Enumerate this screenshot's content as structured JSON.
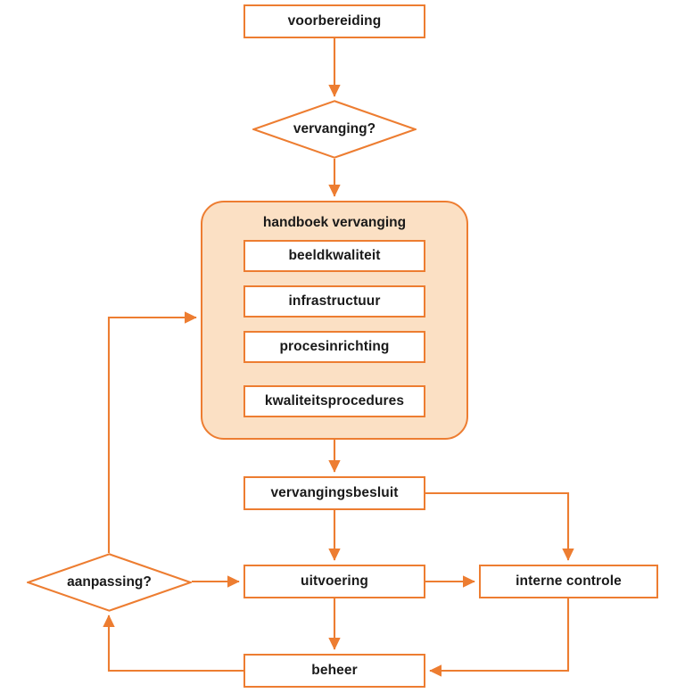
{
  "diagram": {
    "title": "Flowchart vervanging",
    "accent_color": "#ED7D31",
    "group_fill_color": "#FBE0C4",
    "node_fill_color": "#FFFFFF",
    "text_color": "#1A1A1A",
    "nodes": {
      "voorbereiding": {
        "label": "voorbereiding",
        "shape": "rectangle"
      },
      "vervanging_decision": {
        "label": "vervanging?",
        "shape": "diamond"
      },
      "handboek": {
        "label": "handboek vervanging",
        "shape": "rounded-group"
      },
      "beeldkwaliteit": {
        "label": "beeldkwaliteit",
        "shape": "rectangle"
      },
      "infrastructuur": {
        "label": "infrastructuur",
        "shape": "rectangle"
      },
      "procesinrichting": {
        "label": "procesinrichting",
        "shape": "rectangle"
      },
      "kwaliteitsprocedures": {
        "label": "kwaliteitsprocedures",
        "shape": "rectangle"
      },
      "vervangingsbesluit": {
        "label": "vervangingsbesluit",
        "shape": "rectangle"
      },
      "aanpassing_decision": {
        "label": "aanpassing?",
        "shape": "diamond"
      },
      "uitvoering": {
        "label": "uitvoering",
        "shape": "rectangle"
      },
      "interne_controle": {
        "label": "interne controle",
        "shape": "rectangle"
      },
      "beheer": {
        "label": "beheer",
        "shape": "rectangle"
      }
    },
    "edges": [
      {
        "from": "voorbereiding",
        "to": "vervanging_decision",
        "arrow": true
      },
      {
        "from": "vervanging_decision",
        "to": "handboek",
        "arrow": true
      },
      {
        "from": "beeldkwaliteit",
        "to": "infrastructuur",
        "arrow": false
      },
      {
        "from": "infrastructuur",
        "to": "procesinrichting",
        "arrow": false
      },
      {
        "from": "procesinrichting",
        "to": "kwaliteitsprocedures",
        "arrow": true
      },
      {
        "from": "handboek",
        "to": "vervangingsbesluit",
        "arrow": true
      },
      {
        "from": "vervangingsbesluit",
        "to": "uitvoering",
        "arrow": true
      },
      {
        "from": "vervangingsbesluit",
        "to": "interne_controle",
        "arrow": true
      },
      {
        "from": "aanpassing_decision",
        "to": "uitvoering",
        "arrow": true
      },
      {
        "from": "uitvoering",
        "to": "interne_controle",
        "arrow": true
      },
      {
        "from": "uitvoering",
        "to": "beheer",
        "arrow": true
      },
      {
        "from": "interne_controle",
        "to": "beheer",
        "arrow": true
      },
      {
        "from": "beheer",
        "to": "aanpassing_decision",
        "arrow": true
      },
      {
        "from": "aanpassing_decision",
        "to": "handboek",
        "arrow": true
      }
    ]
  }
}
